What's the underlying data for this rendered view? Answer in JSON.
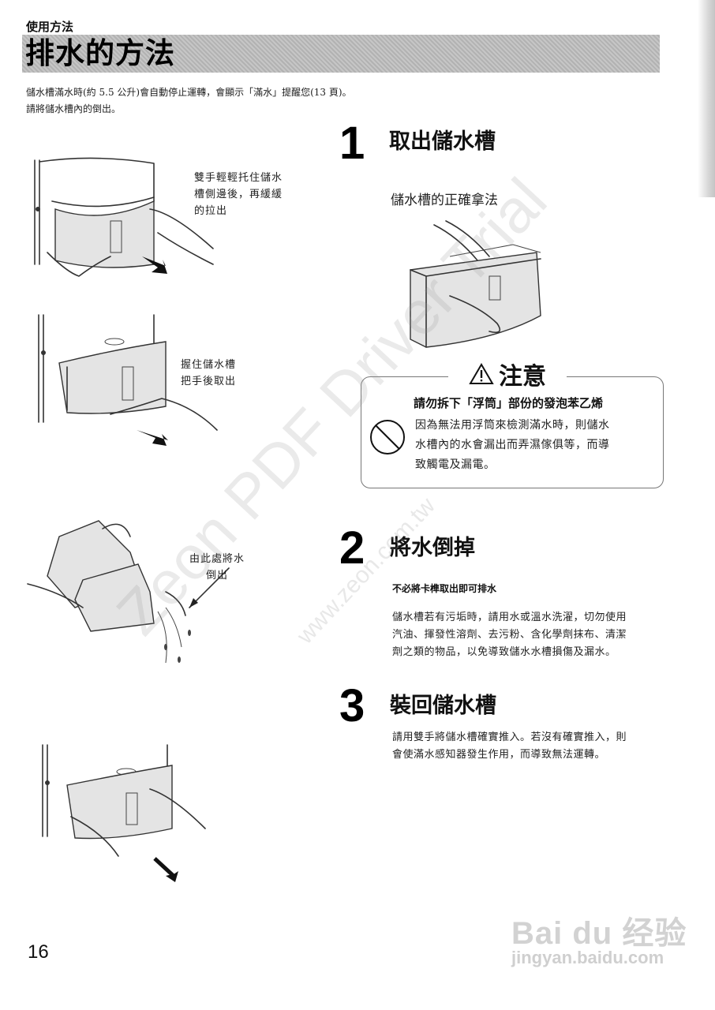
{
  "header": {
    "section_label": "使用方法",
    "title": "排水的方法"
  },
  "intro": {
    "line1": "儲水槽滿水時(約 5.5 公升)會自動停止運轉，會顯示「滿水」提醒您(13 頁)。",
    "line2": "請將儲水槽內的倒出。"
  },
  "left_captions": {
    "c1_lines": [
      "雙手輕輕托住儲水",
      "槽側邊後，再緩緩",
      "的拉出"
    ],
    "c2_lines": [
      "握住儲水槽",
      "把手後取出"
    ],
    "c3_lines": [
      "由此處將水",
      "倒出"
    ]
  },
  "steps": [
    {
      "num": "1",
      "title": "取出儲水槽",
      "sub": "儲水槽的正確拿法"
    },
    {
      "num": "2",
      "title": "將水倒掉",
      "sub": "不必將卡榫取出即可排水",
      "body_lines": [
        "儲水槽若有污垢時，請用水或溫水洗濯，切勿使用",
        "汽油、揮發性溶劑、去污粉、含化學劑抹布、清潔",
        "劑之類的物品，以免導致儲水水槽損傷及漏水。"
      ]
    },
    {
      "num": "3",
      "title": "裝回儲水槽",
      "body_lines": [
        "請用雙手將儲水槽確實推入。若沒有確實推入，則",
        "會使滿水感知器發生作用，而導致無法運轉。"
      ]
    }
  ],
  "caution": {
    "heading": "注意",
    "bold": "請勿拆下「浮筒」部份的發泡苯乙烯",
    "lines": [
      "因為無法用浮筒來檢測滿水時，則儲水",
      "水槽內的水會漏出而弄濕傢俱等，而導",
      "致觸電及漏電。"
    ],
    "icons": [
      "warning-triangle-icon",
      "prohibited-icon"
    ]
  },
  "page_number": "16",
  "watermarks": {
    "main": "Zeon PDF Driver Trial",
    "url": "www.zeon.com.tw",
    "baidu_logo": "Bai du 经验",
    "baidu_url": "jingyan.baidu.com"
  }
}
